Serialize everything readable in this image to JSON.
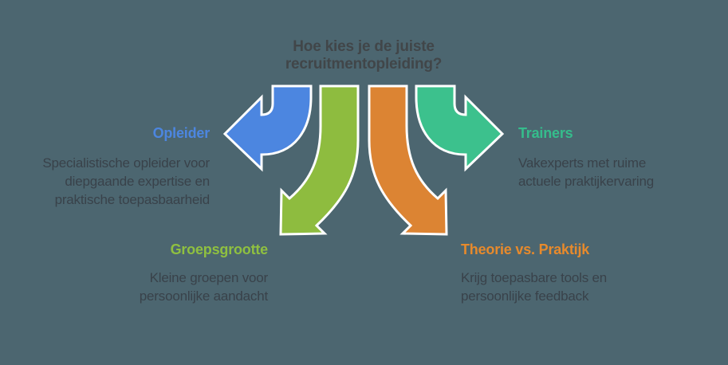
{
  "background_color": "#4c6670",
  "text_color": "#39424a",
  "title": {
    "text": "Hoe kies je de juiste\nrecruitmentopleiding?",
    "color": "#414649"
  },
  "quadrants": {
    "top_left": {
      "label": "Opleider",
      "label_color": "#4c86e0",
      "description": "Specialistische opleider voor\ndiepgaande expertise en\npraktische toepasbaarheid",
      "arrow_direction": "left",
      "arrow_color": "#4c86e0"
    },
    "top_right": {
      "label": "Trainers",
      "label_color": "#35bd8c",
      "description": "Vakexperts met ruime\nactuele praktijkervaring",
      "arrow_direction": "right",
      "arrow_color": "#3cc18d"
    },
    "bottom_left": {
      "label": "Groepsgrootte",
      "label_color": "#8fc040",
      "description": "Kleine groepen voor\npersoonlijke aandacht",
      "arrow_direction": "down-left",
      "arrow_color": "#8ebc3f"
    },
    "bottom_right": {
      "label": "Theorie vs. Praktijk",
      "label_color": "#e78a2c",
      "description": "Krijg toepasbare tools en\npersoonlijke feedback",
      "arrow_direction": "down-right",
      "arrow_color": "#dc8433"
    }
  }
}
